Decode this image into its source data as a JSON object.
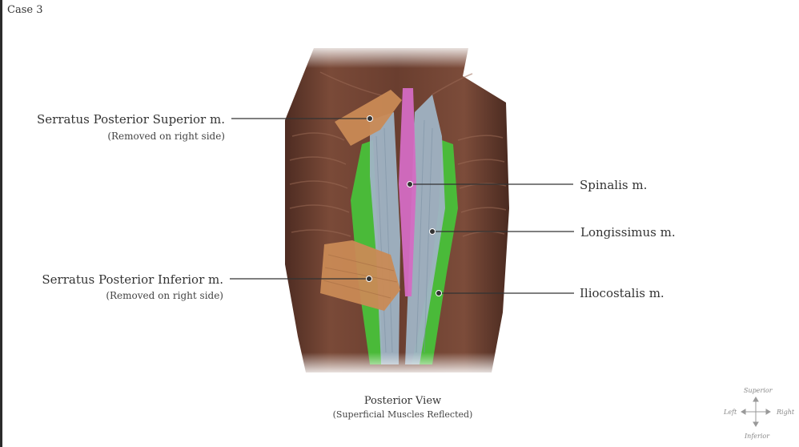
{
  "case_title": "Case 3",
  "labels": {
    "serratus_superior": "Serratus Posterior Superior m.",
    "serratus_superior_note": "(Removed on right side)",
    "serratus_inferior": "Serratus Posterior Inferior m.",
    "serratus_inferior_note": "(Removed on right side)",
    "spinalis": "Spinalis m.",
    "longissimus": "Longissimus m.",
    "iliocostalis": "Iliocostalis m."
  },
  "caption": {
    "title": "Posterior View",
    "subtitle": "(Superficial Muscles Reflected)"
  },
  "compass": {
    "superior": "Superior",
    "inferior": "Inferior",
    "left": "Left",
    "right": "Right"
  },
  "colors": {
    "tissue": "#6e4232",
    "spinalis": "#d46bc3",
    "longissimus": "#9fb3c4",
    "iliocostalis": "#46c43a",
    "serratus": "#c98a55"
  }
}
